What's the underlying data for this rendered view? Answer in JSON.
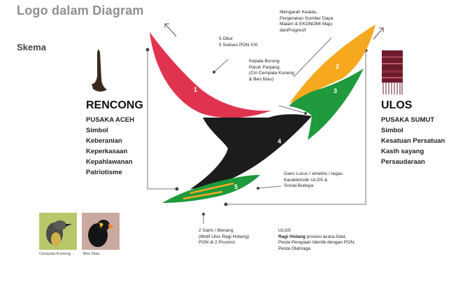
{
  "title": "Logo dalam Diagram",
  "schema_label": "Skema",
  "left": {
    "heading": "RENCONG",
    "items": [
      "PUSAKA ACEH",
      "Simbol",
      "Keberanian",
      "Keperkasaan",
      "Kepahlawanan",
      "Patriotisme"
    ]
  },
  "right": {
    "heading": "ULOS",
    "items": [
      "PUSAKA SUMUT",
      "Simbol",
      "Kesatuan Persatuan",
      "Kasih sayang",
      "Persaudaraan"
    ]
  },
  "notes": {
    "obor": [
      "5 Obor",
      "5 Sukses PON XXI"
    ],
    "mengarah": [
      "Mengarah Keatas,",
      "Pergerakan Sumber Daya",
      "Malam & EKONOMI Maju",
      "danProgresif"
    ],
    "kepala": [
      "Kepala Burung",
      "Paruh Panjang",
      "(Ciri Cempala Kuneng",
      "& Beo Nias)"
    ],
    "garis_lurus": [
      "Garis Lurus / simetris / tegas",
      "Karakteristik ULOS &",
      "Sosial Budaya"
    ],
    "dua_garis": [
      "2 Garis / Benang",
      "(Motif Ulos Ragi Hotang)",
      "PON di 2 Provinsi"
    ],
    "ulos_title": "ULOS",
    "ulos_bold": "Ragi Hotang",
    "ulos_rest": " prosesi acara Adat,",
    "ulos_lines": [
      "Pesta Perayaan Identik dengan PON,",
      "Pesta Olahraga"
    ]
  },
  "numbers": [
    "1",
    "2",
    "3",
    "4",
    "5"
  ],
  "captions": {
    "bird1": "Cempala Kuneng",
    "bird2": "Beo Nias"
  },
  "colors": {
    "red": "#e0334f",
    "orange": "#f6a91e",
    "green": "#1f9a3c",
    "black": "#1c1c1c",
    "connector": "#777777"
  }
}
